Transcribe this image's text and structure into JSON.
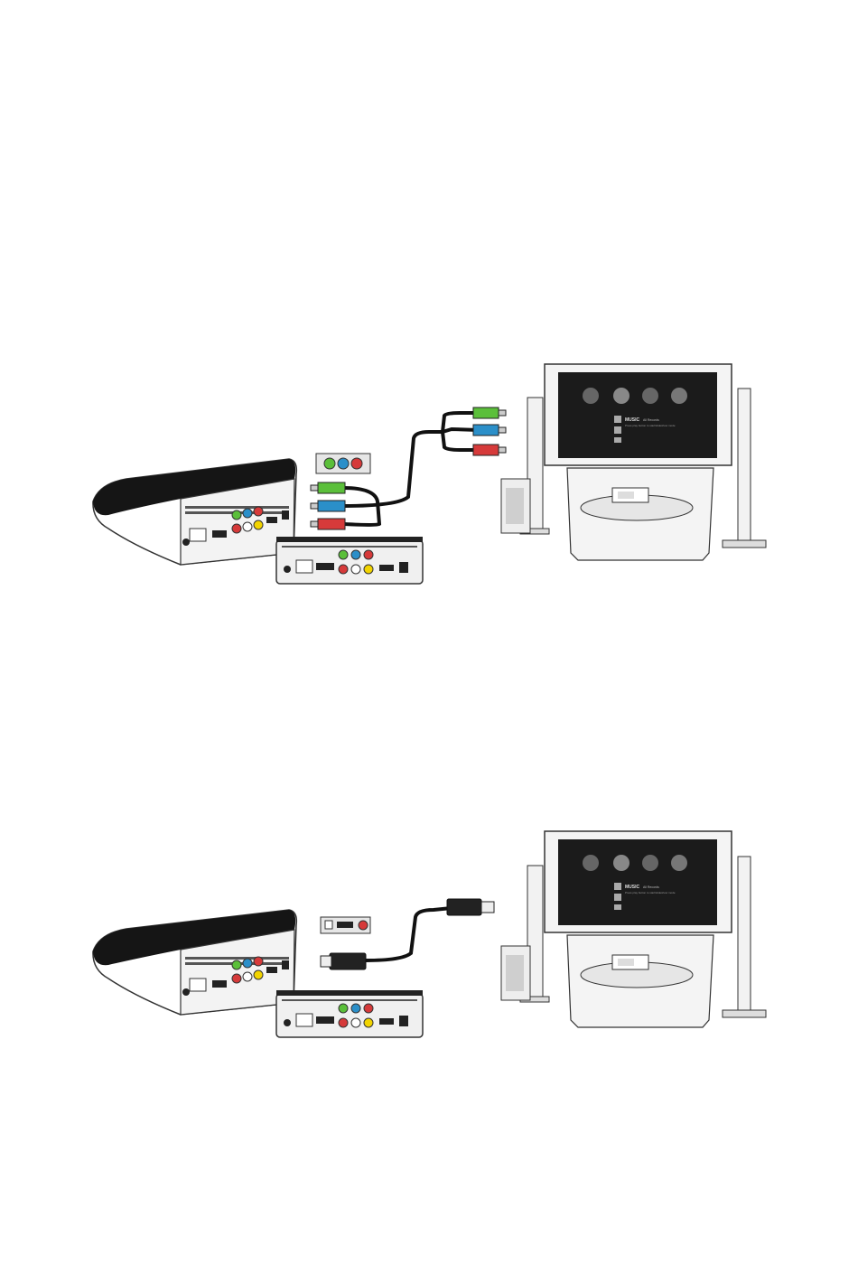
{
  "diagrams": [
    {
      "id": "component-connection",
      "cable_type": "component-video",
      "plug_colors": [
        "#5bbf3a",
        "#2b8fc9",
        "#d63a3a"
      ],
      "tv_screen": {
        "menu_title": "MUSIC",
        "menu_sub": "All Records",
        "menu_hint": "Press play button to start/slideshow mode"
      }
    },
    {
      "id": "hdmi-connection",
      "cable_type": "hdmi",
      "tv_screen": {
        "menu_title": "MUSIC",
        "menu_sub": "All Records",
        "menu_hint": "Press play button to start/slideshow mode"
      }
    }
  ],
  "colors": {
    "device_body": "#ffffff",
    "device_top": "#1a1a1a",
    "cable": "#111111",
    "tv_screen": "#1b1b1b",
    "outline": "#333333"
  }
}
